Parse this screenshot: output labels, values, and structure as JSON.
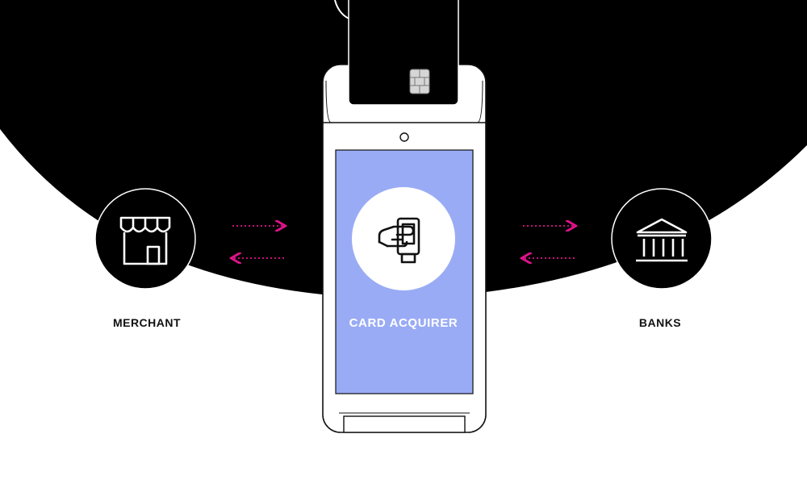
{
  "diagram": {
    "colors": {
      "background": "#ffffff",
      "dark": "#000000",
      "screen": "#9aabf5",
      "arrow": "#e0128a"
    },
    "nodes": {
      "merchant": {
        "label": "MERCHANT",
        "icon": "storefront-icon"
      },
      "acquirer": {
        "label": "CARD ACQUIRER",
        "icon": "card-tap-hand-icon"
      },
      "banks": {
        "label": "BANKS",
        "icon": "bank-building-icon"
      }
    },
    "connections": [
      {
        "from": "merchant",
        "to": "acquirer",
        "style": "dotted-arrow"
      },
      {
        "from": "acquirer",
        "to": "merchant",
        "style": "dotted-arrow"
      },
      {
        "from": "acquirer",
        "to": "banks",
        "style": "dotted-arrow"
      },
      {
        "from": "banks",
        "to": "acquirer",
        "style": "dotted-arrow"
      }
    ],
    "device": {
      "name": "payment-terminal",
      "card_icon": "chip-card-icon"
    }
  }
}
